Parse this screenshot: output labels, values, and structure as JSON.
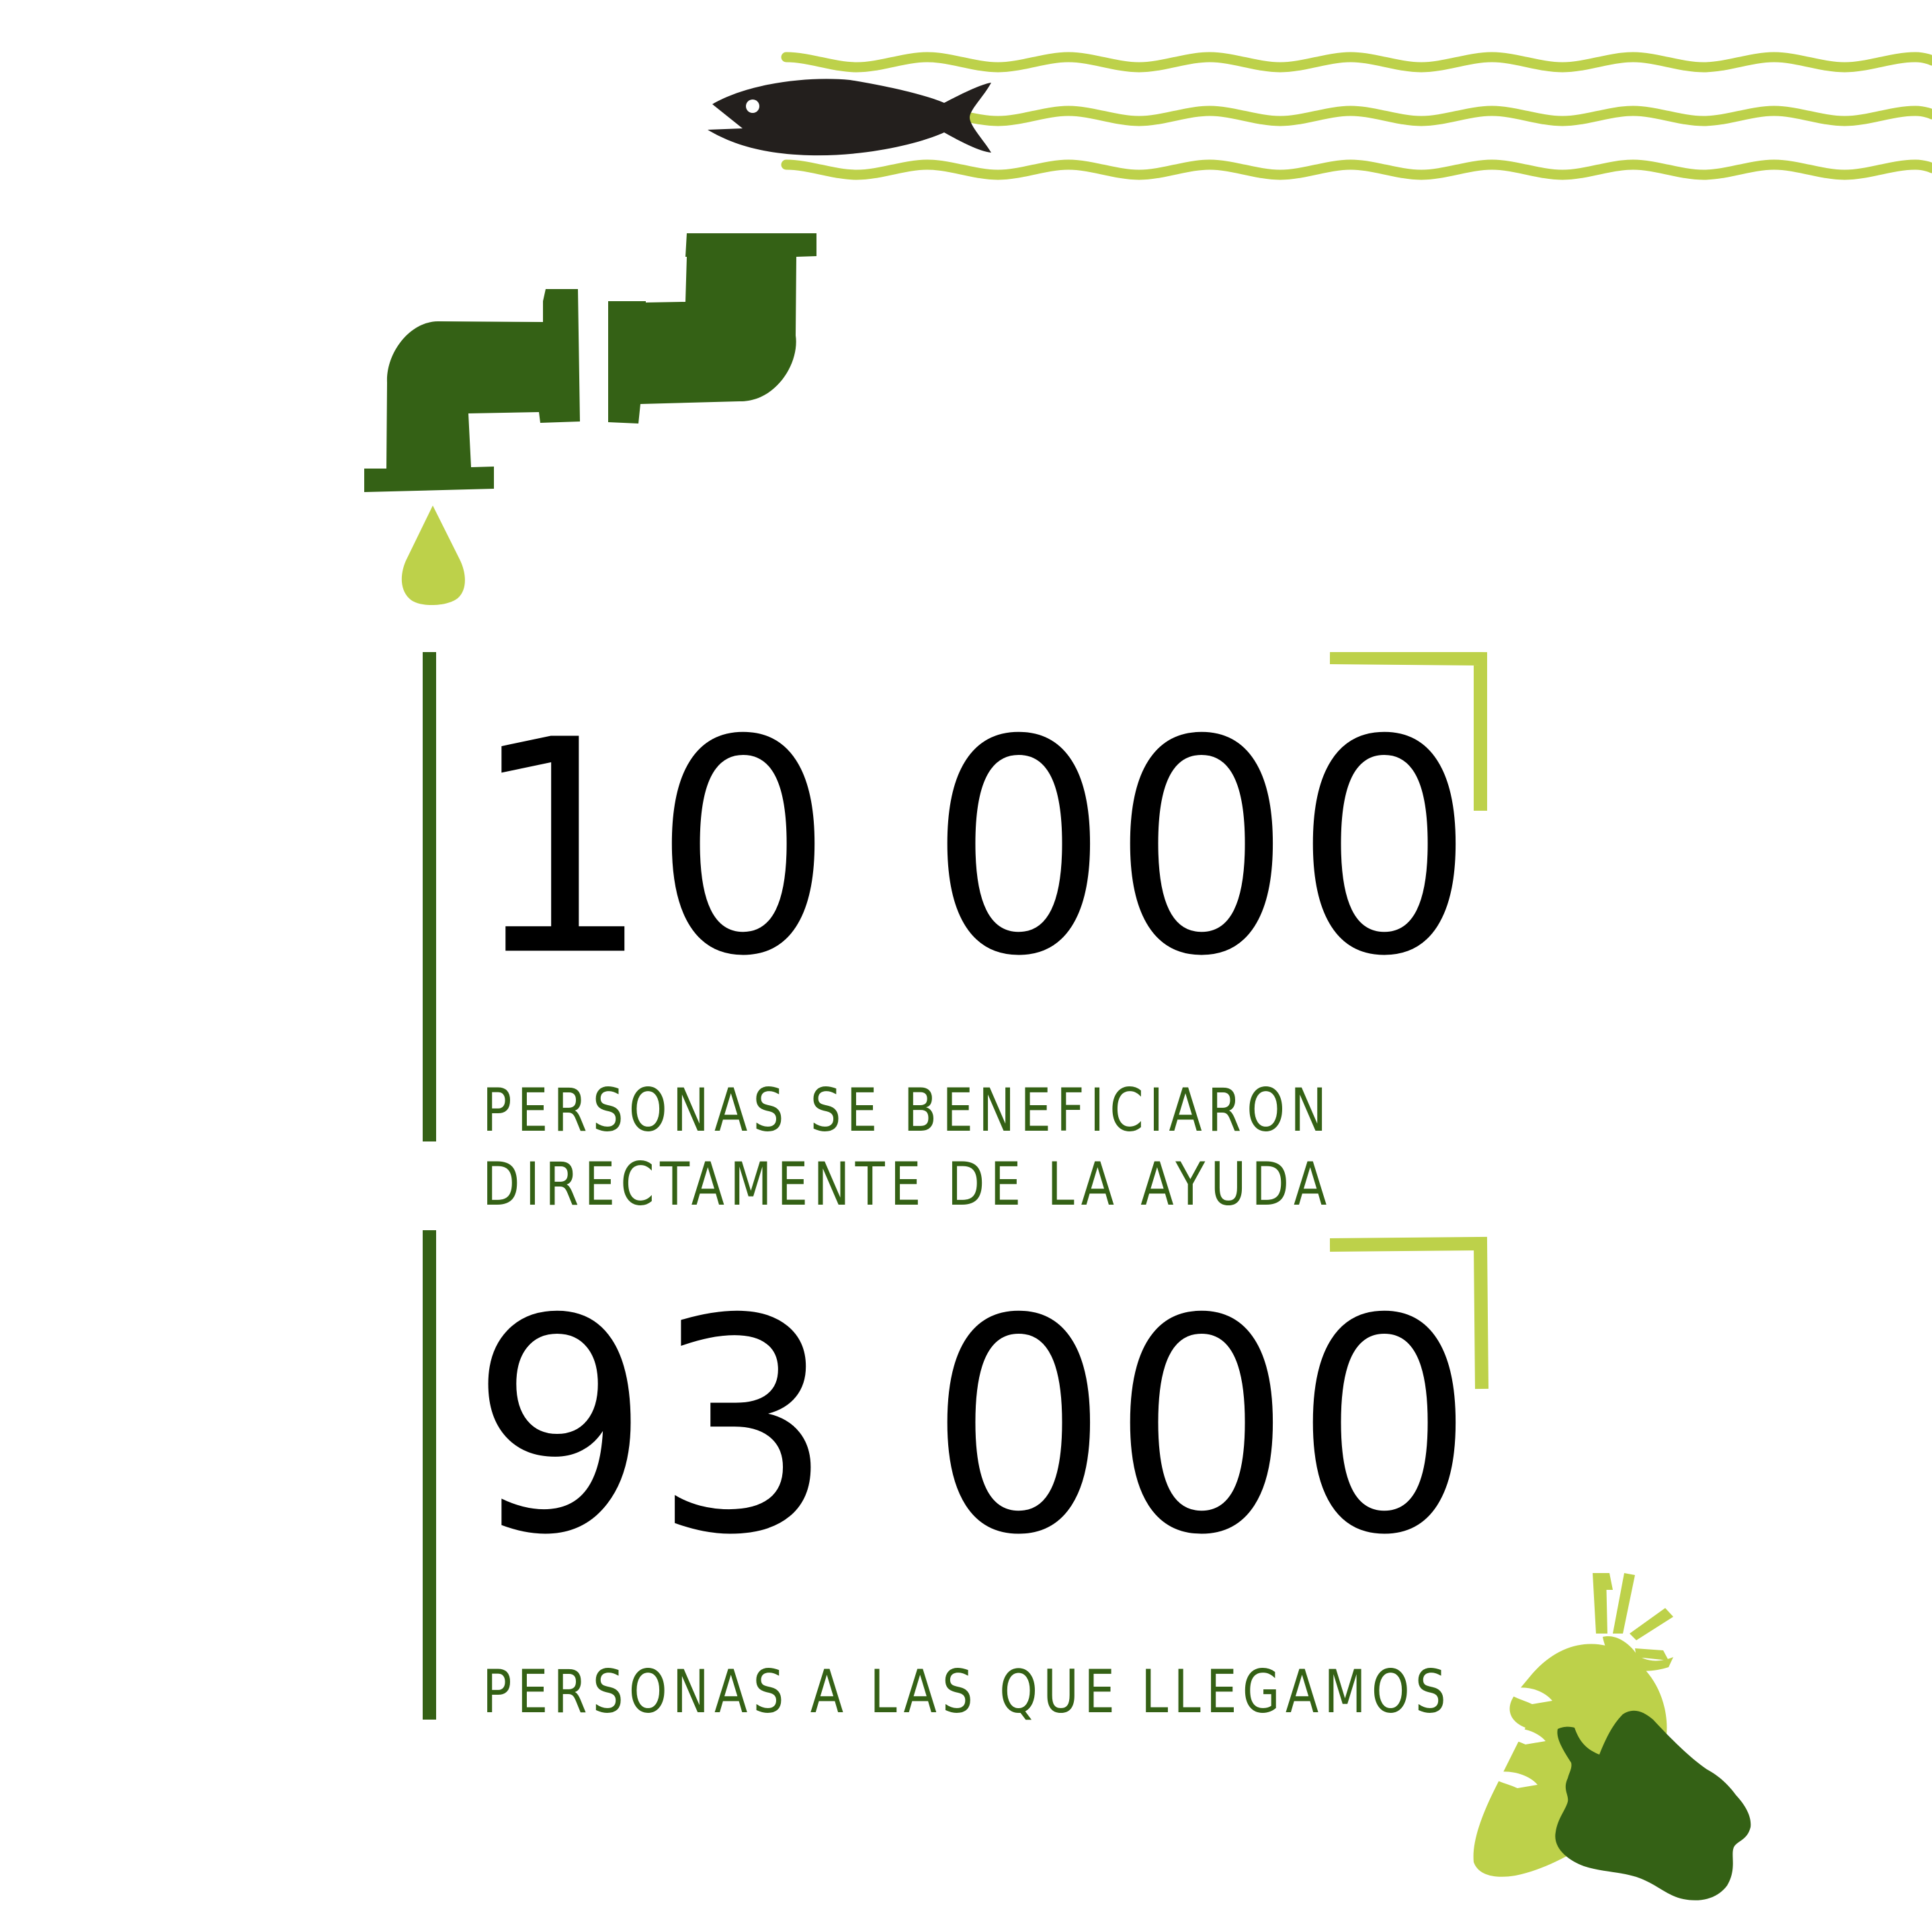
{
  "colors": {
    "dark_green": "#346115",
    "light_green": "#bdd14a",
    "fish": "#231f1d",
    "number": "#000000",
    "background": "#ffffff"
  },
  "stats": [
    {
      "value": "10 000",
      "caption_line1": "PERSONAS SE BENEFICIARON",
      "caption_line2": "DIRECTAMENTE DE LA AYUDA"
    },
    {
      "value": "93 000",
      "caption_line1": "PERSONAS A LAS QUE LLEGAMOS"
    }
  ],
  "icons": [
    "waves-icon",
    "fish-icon",
    "broken-pipe-icon",
    "water-drop-icon",
    "vegetables-icon"
  ]
}
